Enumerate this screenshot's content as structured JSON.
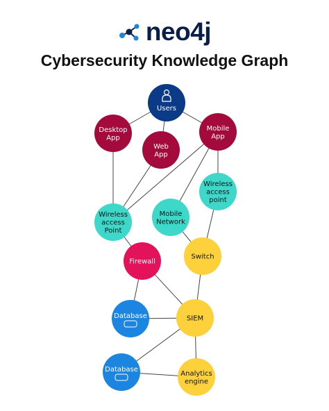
{
  "logo": {
    "text": "neo4j",
    "icon": "neo4j-graph-icon"
  },
  "title": "Cybersecurity Knowledge Graph",
  "colors": {
    "users": "#0b3a86",
    "app": "#a50a3c",
    "wireless": "#3dd8c9",
    "firewall": "#e3125a",
    "infra": "#fcd13b",
    "database": "#1b85e0",
    "edge": "#444444"
  },
  "nodes": [
    {
      "id": "users",
      "lines": [
        "Users"
      ],
      "color": "users",
      "text": "light",
      "icon": "person-icon"
    },
    {
      "id": "desktop",
      "lines": [
        "Desktop",
        "App"
      ],
      "color": "app",
      "text": "light"
    },
    {
      "id": "web",
      "lines": [
        "Web",
        "App"
      ],
      "color": "app",
      "text": "light"
    },
    {
      "id": "mobile",
      "lines": [
        "Mobile",
        "App"
      ],
      "color": "app",
      "text": "light"
    },
    {
      "id": "wap-right",
      "lines": [
        "Wireless",
        "access",
        "point"
      ],
      "color": "wireless",
      "text": "dark"
    },
    {
      "id": "wap-left",
      "lines": [
        "Wireless",
        "access",
        "Point"
      ],
      "color": "wireless",
      "text": "dark"
    },
    {
      "id": "mobile-network",
      "lines": [
        "Mobile",
        "Network"
      ],
      "color": "wireless",
      "text": "dark"
    },
    {
      "id": "firewall",
      "lines": [
        "Firewall"
      ],
      "color": "firewall",
      "text": "light"
    },
    {
      "id": "switch",
      "lines": [
        "Switch"
      ],
      "color": "infra",
      "text": "dark"
    },
    {
      "id": "database-1",
      "lines": [
        "Database"
      ],
      "color": "database",
      "text": "light",
      "icon": "database-icon"
    },
    {
      "id": "siem",
      "lines": [
        "SIEM"
      ],
      "color": "infra",
      "text": "dark"
    },
    {
      "id": "database-2",
      "lines": [
        "Database"
      ],
      "color": "database",
      "text": "light",
      "icon": "database-icon"
    },
    {
      "id": "analytics",
      "lines": [
        "Analytics",
        "engine"
      ],
      "color": "infra",
      "text": "dark"
    }
  ],
  "edges": [
    [
      "users",
      "desktop"
    ],
    [
      "users",
      "web"
    ],
    [
      "users",
      "mobile"
    ],
    [
      "desktop",
      "wap-left"
    ],
    [
      "web",
      "wap-left"
    ],
    [
      "mobile",
      "wap-left"
    ],
    [
      "mobile",
      "mobile-network"
    ],
    [
      "mobile",
      "wap-right"
    ],
    [
      "wap-right",
      "switch"
    ],
    [
      "mobile-network",
      "switch"
    ],
    [
      "wap-left",
      "firewall"
    ],
    [
      "firewall",
      "database-1"
    ],
    [
      "firewall",
      "siem"
    ],
    [
      "switch",
      "siem"
    ],
    [
      "database-1",
      "siem"
    ],
    [
      "siem",
      "database-2"
    ],
    [
      "siem",
      "analytics"
    ],
    [
      "database-2",
      "analytics"
    ]
  ]
}
